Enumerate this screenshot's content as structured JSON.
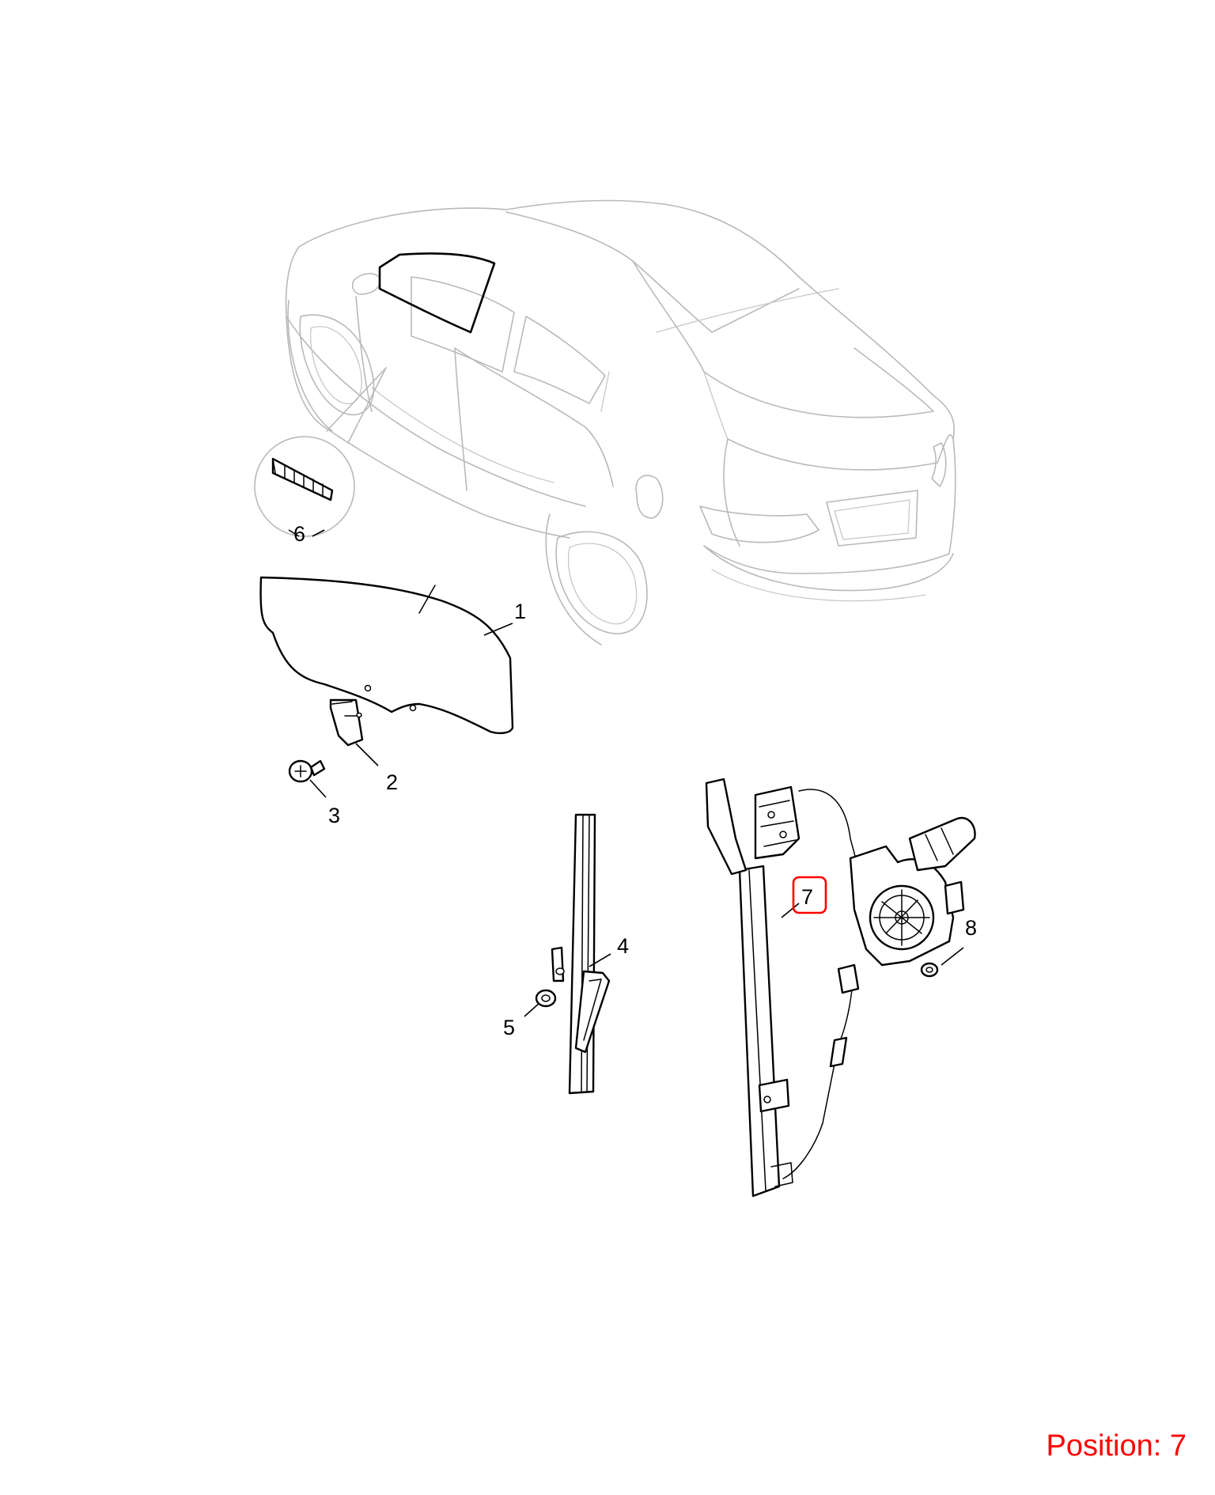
{
  "callouts": {
    "c1": "1",
    "c2": "2",
    "c3": "3",
    "c4": "4",
    "c5": "5",
    "c6": "6",
    "c7": "7",
    "c8": "8"
  },
  "position_label": "Position: 7",
  "highlight_color": "#ff0000"
}
